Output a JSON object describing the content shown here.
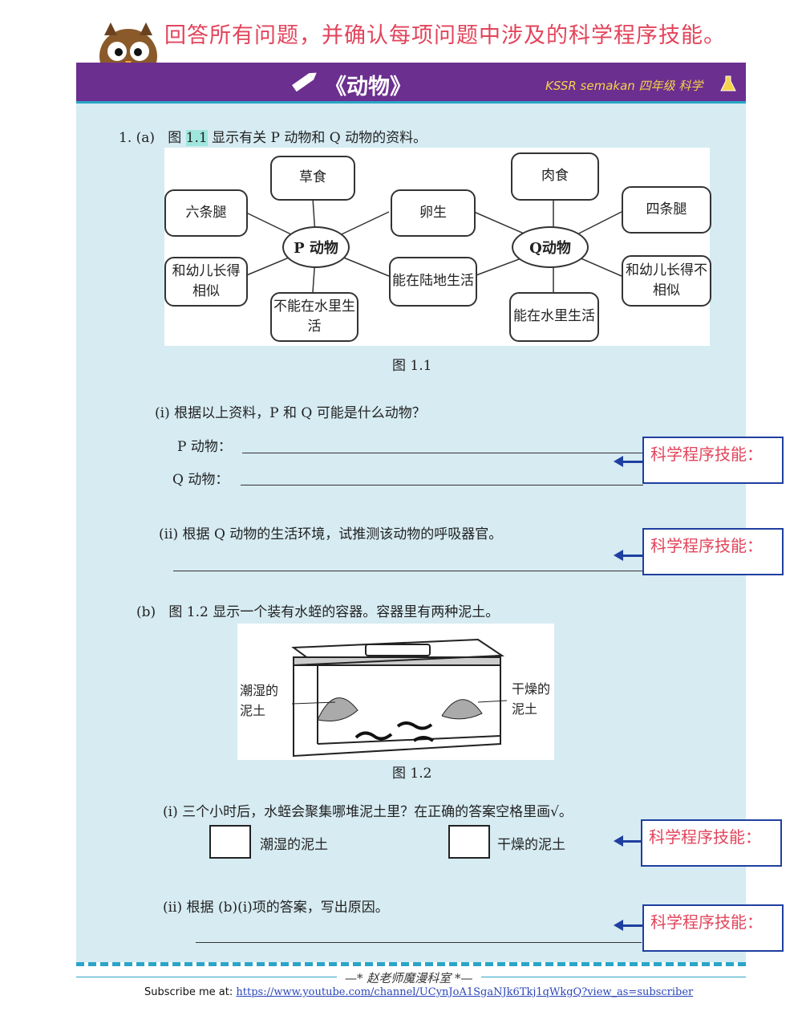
{
  "header": {
    "instruction": "回答所有问题，并确认每项问题中涉及的科学程序技能。",
    "badge": "练习",
    "title": "《动物》",
    "subtitle": "KSSR semakan 四年级 科学"
  },
  "q1a": {
    "number": "1. (a)",
    "text_pre": "图",
    "fig_ref": "1.1",
    "text_post": "显示有关 P 动物和 Q 动物的资料。",
    "figure": {
      "hub_p": "P 动物",
      "hub_q": "Q动物",
      "p_herbivore": "草食",
      "p_six_legs": "六条腿",
      "p_resemble": "和幼儿长得相似",
      "p_not_water": "不能在水里生活",
      "shared_eggs": "卵生",
      "shared_land": "能在陆地生活",
      "q_carnivore": "肉食",
      "q_four_legs": "四条腿",
      "q_not_resemble": "和幼儿长得不相似",
      "q_water": "能在水里生活",
      "caption": "图 1.1"
    },
    "i_text": "(i) 根据以上资料，P 和 Q 可能是什么动物？",
    "p_label": "P 动物：",
    "q_label": "Q 动物：",
    "ii_text": "(ii) 根据 Q 动物的生活环境，试推测该动物的呼吸器官。"
  },
  "q1b": {
    "number": "(b)",
    "text": "图 1.2 显示一个装有水蛭的容器。容器里有两种泥土。",
    "figure": {
      "label_wet": "潮湿的泥土",
      "label_dry": "干燥的泥土",
      "caption": "图 1.2"
    },
    "i_text": "(i) 三个小时后，水蛭会聚集哪堆泥土里？在正确的答案空格里画√。",
    "option_wet": "潮湿的泥土",
    "option_dry": "干燥的泥土",
    "ii_text": "(ii) 根据 (b)(i)项的答案，写出原因。"
  },
  "skill_label": "科学程序技能：",
  "footer": {
    "signature": "—* 赵老师魔漫科室 *—",
    "subscribe_label": "Subscribe me at:",
    "url": "https://www.youtube.com/channel/UCynJoA1SgaNJk6Tkj1qWkgQ?view_as=subscriber"
  },
  "colors": {
    "banner": "#6b2f8f",
    "panel": "#d6ebf2",
    "accent": "#e2445b",
    "box": "#1f3fa0"
  }
}
